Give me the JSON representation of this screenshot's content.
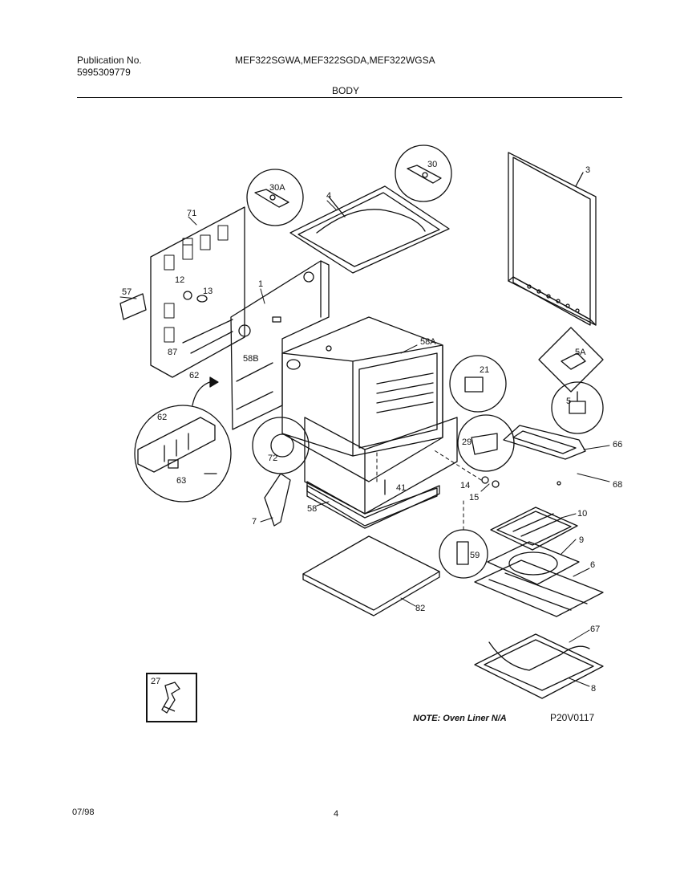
{
  "header": {
    "pub_label": "Publication No.",
    "pub_number": "5995309779",
    "models": "MEF322SGWA,MEF322SGDA,MEF322WGSA",
    "section": "BODY"
  },
  "callouts": {
    "c3": "3",
    "c4": "4",
    "c30": "30",
    "c30A": "30A",
    "c71": "71",
    "c57": "57",
    "c12": "12",
    "c13": "13",
    "c1": "1",
    "c87": "87",
    "c62a": "62",
    "c58B": "58B",
    "c58A": "58A",
    "c21": "21",
    "c5A": "5A",
    "c5": "5",
    "c62b": "62",
    "c63": "63",
    "c72": "72",
    "c29": "29",
    "c66": "66",
    "c68": "68",
    "c14": "14",
    "c15": "15",
    "c41": "41",
    "c58": "58",
    "c7": "7",
    "c10": "10",
    "c9": "9",
    "c59": "59",
    "c6": "6",
    "c82": "82",
    "c67": "67",
    "c8": "8",
    "c27": "27"
  },
  "footer": {
    "note": "NOTE: Oven Liner N/A",
    "drawing_code": "P20V0117",
    "date": "07/98",
    "page": "4"
  }
}
